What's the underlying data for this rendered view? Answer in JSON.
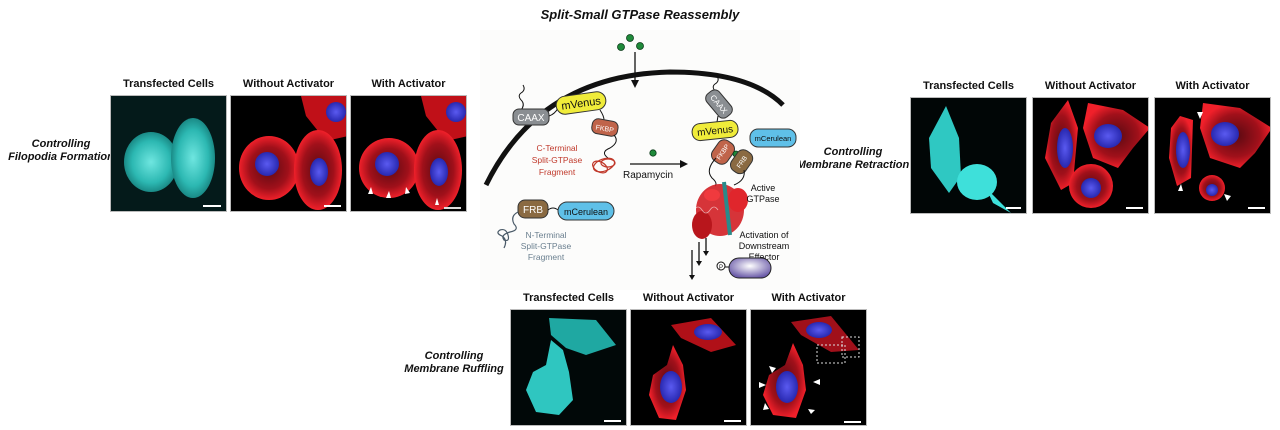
{
  "title": "Split-Small GTPase Reassembly",
  "column_headers": [
    "Transfected Cells",
    "Without Activator",
    "With Activator"
  ],
  "rows": [
    {
      "label_line1": "Controlling",
      "label_line2": "Filopodia  Formation",
      "panels": [
        {
          "caption": "Transfected Cells",
          "stain": "cyan"
        },
        {
          "caption": "Without Activator",
          "stain": "red-blue"
        },
        {
          "caption": "With Activator",
          "stain": "red-blue",
          "arrowheads": 4
        }
      ]
    },
    {
      "label_line1": "Controlling",
      "label_line2": "Membrane Retraction",
      "panels": [
        {
          "caption": "Transfected Cells",
          "stain": "cyan"
        },
        {
          "caption": "Without Activator",
          "stain": "red-blue"
        },
        {
          "caption": "With Activator",
          "stain": "red-blue",
          "arrowheads": 3
        }
      ]
    },
    {
      "label_line1": "Controlling",
      "label_line2": "Membrane Ruffling",
      "panels": [
        {
          "caption": "Transfected Cells",
          "stain": "cyan"
        },
        {
          "caption": "Without Activator",
          "stain": "red-blue"
        },
        {
          "caption": "With Activator",
          "stain": "red-blue",
          "arrowheads": 5,
          "dashed_boxes": 2
        }
      ]
    }
  ],
  "diagram": {
    "caax_label": "CAAX",
    "mvenus_label": "mVenus",
    "fkbp_label": "FKBP",
    "frb_label": "FRB",
    "mcerulean_label": "mCerulean",
    "c_terminal_line1": "C-Terminal",
    "c_terminal_line2": "Split-GTPase",
    "c_terminal_line3": "Fragment",
    "n_terminal_line1": "N-Terminal",
    "n_terminal_line2": "Split-GTPase",
    "n_terminal_line3": "Fragment",
    "rapamycin_label": "Rapamycin",
    "active_line1": "Active",
    "active_line2": "GTPase",
    "activation_line1": "Activation of",
    "activation_line2": "Downstream",
    "activation_line3": "Effector",
    "phospho_label": "P"
  },
  "colors": {
    "cyan_stain": "#2fc6c0",
    "red_stain": "#e0141c",
    "blue_stain": "#3a3ad8",
    "mvenus": "#f0ec3a",
    "mcerulean": "#5fc0e8",
    "fkbp": "#c0644a",
    "frb": "#8a6a42",
    "caax": "#8a8e92",
    "c_terminal_text": "#c0392b",
    "n_terminal_text": "#6a7f8f",
    "rapamycin": "#1f8a3a",
    "effector": "#8e80c4"
  }
}
